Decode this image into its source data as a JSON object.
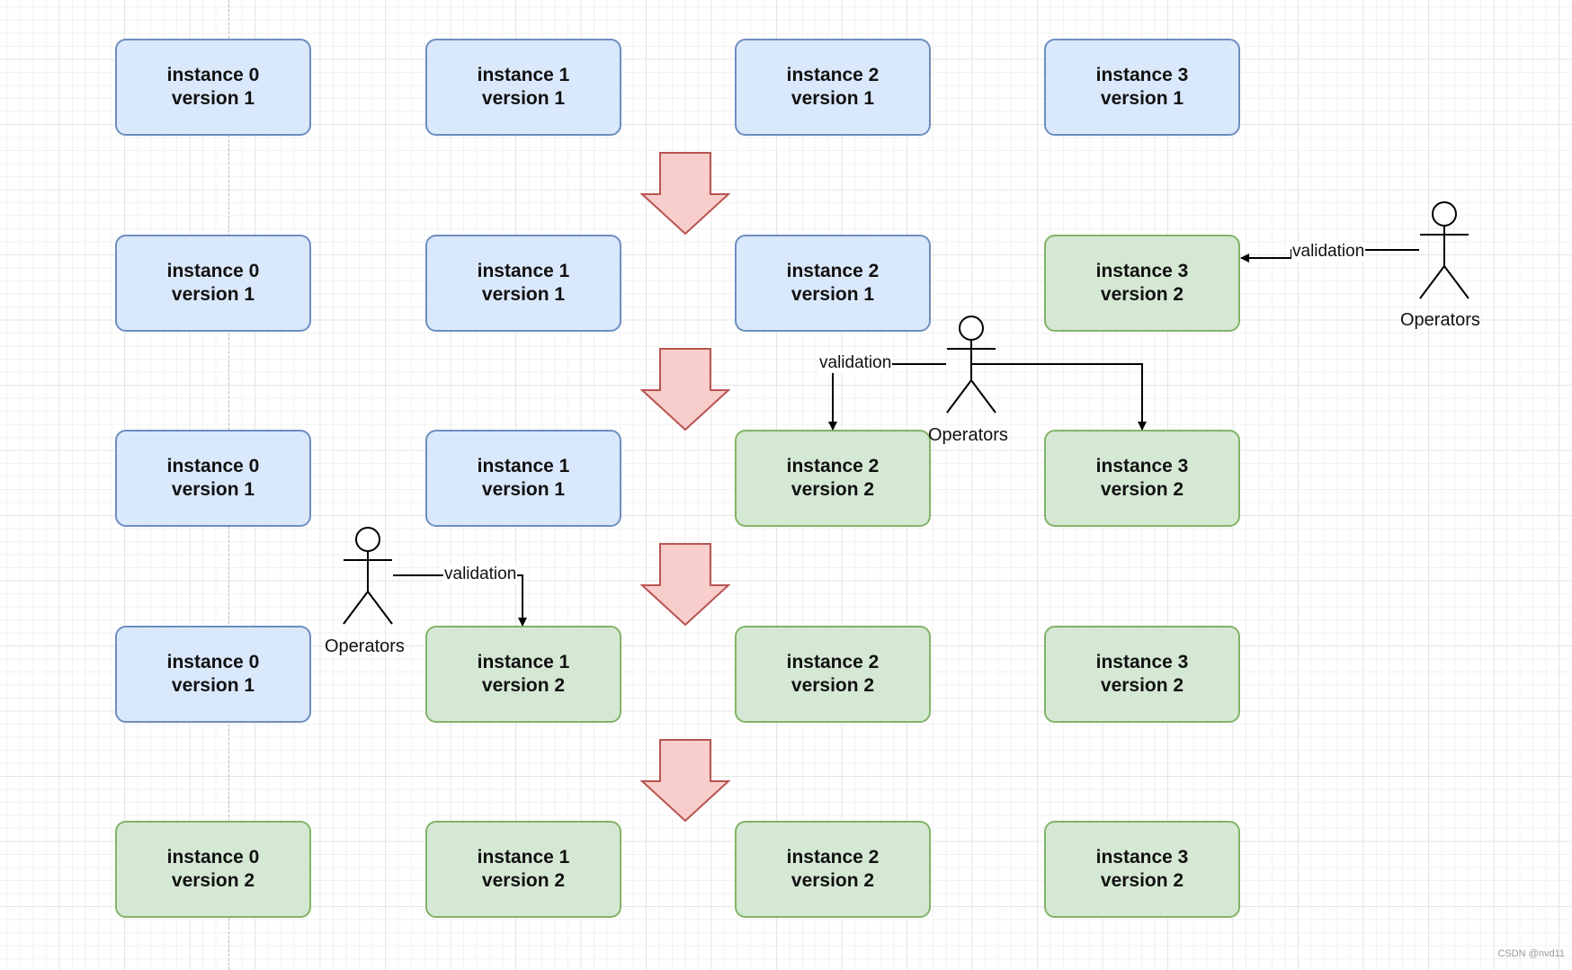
{
  "diagram": {
    "boxes": [
      {
        "id": "r0c0",
        "line1": "instance 0",
        "line2": "version 1",
        "fill": "blue"
      },
      {
        "id": "r0c1",
        "line1": "instance 1",
        "line2": "version 1",
        "fill": "blue"
      },
      {
        "id": "r0c2",
        "line1": "instance 2",
        "line2": "version 1",
        "fill": "blue"
      },
      {
        "id": "r0c3",
        "line1": "instance 3",
        "line2": "version 1",
        "fill": "blue"
      },
      {
        "id": "r1c0",
        "line1": "instance 0",
        "line2": "version 1",
        "fill": "blue"
      },
      {
        "id": "r1c1",
        "line1": "instance 1",
        "line2": "version 1",
        "fill": "blue"
      },
      {
        "id": "r1c2",
        "line1": "instance 2",
        "line2": "version 1",
        "fill": "blue"
      },
      {
        "id": "r1c3",
        "line1": "instance 3",
        "line2": "version 2",
        "fill": "green"
      },
      {
        "id": "r2c0",
        "line1": "instance 0",
        "line2": "version 1",
        "fill": "blue"
      },
      {
        "id": "r2c1",
        "line1": "instance 1",
        "line2": "version 1",
        "fill": "blue"
      },
      {
        "id": "r2c2",
        "line1": "instance 2",
        "line2": "version 2",
        "fill": "green"
      },
      {
        "id": "r2c3",
        "line1": "instance 3",
        "line2": "version 2",
        "fill": "green"
      },
      {
        "id": "r3c0",
        "line1": "instance 0",
        "line2": "version 1",
        "fill": "blue"
      },
      {
        "id": "r3c1",
        "line1": "instance 1",
        "line2": "version 2",
        "fill": "green"
      },
      {
        "id": "r3c2",
        "line1": "instance 2",
        "line2": "version 2",
        "fill": "green"
      },
      {
        "id": "r3c3",
        "line1": "instance 3",
        "line2": "version 2",
        "fill": "green"
      },
      {
        "id": "r4c0",
        "line1": "instance 0",
        "line2": "version 2",
        "fill": "green"
      },
      {
        "id": "r4c1",
        "line1": "instance 1",
        "line2": "version 2",
        "fill": "green"
      },
      {
        "id": "r4c2",
        "line1": "instance 2",
        "line2": "version 2",
        "fill": "green"
      },
      {
        "id": "r4c3",
        "line1": "instance 3",
        "line2": "version 2",
        "fill": "green"
      }
    ],
    "actors": [
      {
        "id": "actor-a",
        "label": "Operators"
      },
      {
        "id": "actor-b",
        "label": "Operators"
      },
      {
        "id": "actor-c",
        "label": "Operators"
      }
    ],
    "edge_labels": [
      {
        "id": "edge-a",
        "text": "validation"
      },
      {
        "id": "edge-b",
        "text": "validation"
      },
      {
        "id": "edge-c",
        "text": "validation"
      }
    ],
    "step_arrows": 4
  },
  "colors": {
    "blue_fill": "#dae8fc",
    "blue_stroke": "#6c8ebf",
    "green_fill": "#d5e8d4",
    "green_stroke": "#82b366",
    "arrow_fill": "#f8cecc",
    "arrow_stroke": "#b85450"
  },
  "watermark": "CSDN @nvd11"
}
